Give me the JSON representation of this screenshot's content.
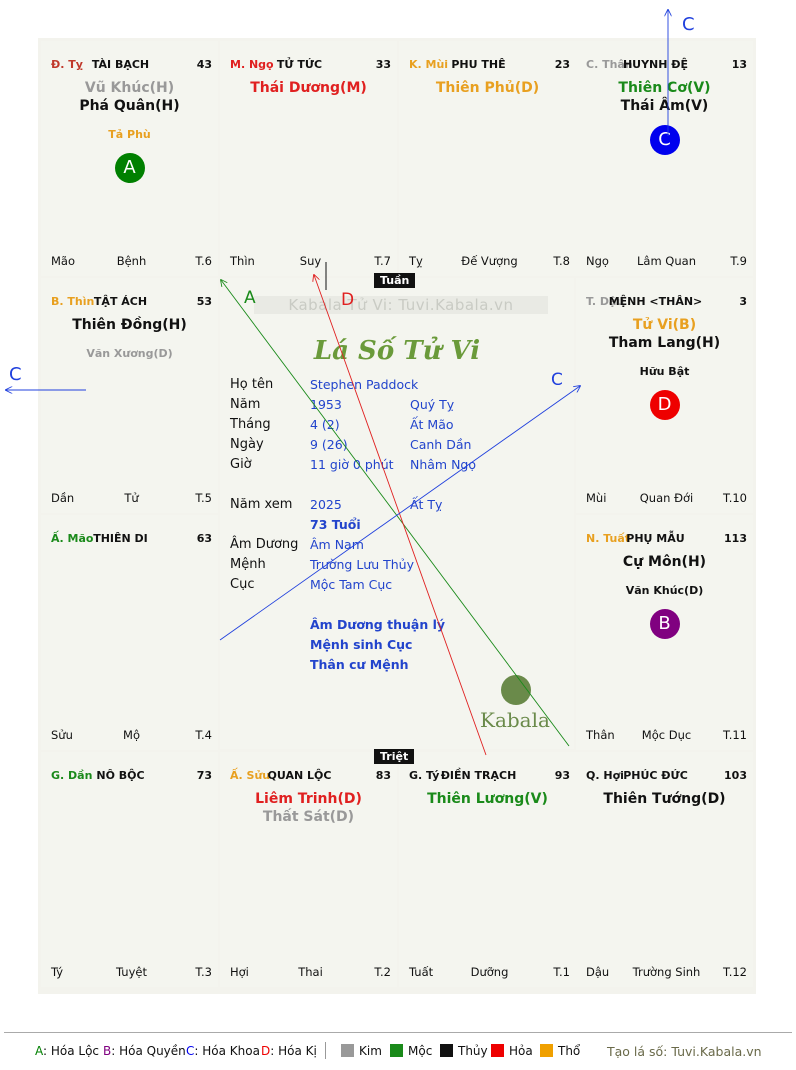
{
  "palaces": [
    {
      "branch": "Đ. Tỵ",
      "branch_color": "#c0392b",
      "name": "TÀI BẠCH",
      "num": "43",
      "stars": [
        {
          "t": "Vũ Khúc(H)",
          "c": "#999999"
        },
        {
          "t": "Phá Quân(H)",
          "c": "#111111"
        }
      ],
      "minor": [
        {
          "t": "Tả Phù",
          "c": "#e8a020"
        }
      ],
      "circle": {
        "letter": "A",
        "color": "#008000"
      },
      "foot": [
        "Mão",
        "Bệnh",
        "T.6"
      ]
    },
    {
      "branch": "M. Ngọ",
      "branch_color": "#e02020",
      "name": "TỬ TỨC",
      "num": "33",
      "stars": [
        {
          "t": "Thái Dương(M)",
          "c": "#e02020"
        }
      ],
      "minor": [],
      "circle": null,
      "foot": [
        "Thìn",
        "Suy",
        "T.7"
      ]
    },
    {
      "branch": "K. Mùi",
      "branch_color": "#e8a020",
      "name": "PHU THÊ",
      "num": "23",
      "stars": [
        {
          "t": "Thiên Phủ(D)",
          "c": "#e8a020"
        }
      ],
      "minor": [],
      "circle": null,
      "foot": [
        "Tỵ",
        "Đế Vượng",
        "T.8"
      ]
    },
    {
      "branch": "C. Thân",
      "branch_color": "#999999",
      "name": "HUYNH ĐỆ",
      "num": "13",
      "stars": [
        {
          "t": "Thiên Cơ(V)",
          "c": "#1a8a1a"
        },
        {
          "t": "Thái Âm(V)",
          "c": "#111111"
        }
      ],
      "minor": [],
      "circle": {
        "letter": "C",
        "color": "#0000ee"
      },
      "foot": [
        "Ngọ",
        "Lâm Quan",
        "T.9"
      ]
    },
    {
      "branch": "B. Thìn",
      "branch_color": "#e8a020",
      "name": "TẬT ÁCH",
      "num": "53",
      "stars": [
        {
          "t": "Thiên Đồng(H)",
          "c": "#111111"
        }
      ],
      "minor": [
        {
          "t": "Văn Xương(D)",
          "c": "#999999"
        }
      ],
      "circle": null,
      "foot": [
        "Dần",
        "Tử",
        "T.5"
      ]
    },
    {
      "branch": "T. Dậu",
      "branch_color": "#999999",
      "name": "MỆNH <THÂN>",
      "num": "3",
      "stars": [
        {
          "t": "Tử Vi(B)",
          "c": "#e8a020"
        },
        {
          "t": "Tham Lang(H)",
          "c": "#111111"
        }
      ],
      "minor": [
        {
          "t": "Hữu Bật",
          "c": "#111111"
        }
      ],
      "circle": {
        "letter": "D",
        "color": "#ee0000"
      },
      "foot": [
        "Mùi",
        "Quan Đới",
        "T.10"
      ]
    },
    {
      "branch": "Ấ. Mão",
      "branch_color": "#1a8a1a",
      "name": "THIÊN DI",
      "num": "63",
      "stars": [],
      "minor": [],
      "circle": null,
      "foot": [
        "Sửu",
        "Mộ",
        "T.4"
      ]
    },
    {
      "branch": "N. Tuất",
      "branch_color": "#e8a020",
      "name": "PHỤ MẪU",
      "num": "113",
      "stars": [
        {
          "t": "Cự Môn(H)",
          "c": "#111111"
        }
      ],
      "minor": [
        {
          "t": "Văn Khúc(D)",
          "c": "#111111"
        }
      ],
      "circle": {
        "letter": "B",
        "color": "#800080"
      },
      "foot": [
        "Thân",
        "Mộc Dục",
        "T.11"
      ]
    },
    {
      "branch": "G. Dần",
      "branch_color": "#1a8a1a",
      "name": "NÔ BỘC",
      "num": "73",
      "stars": [],
      "minor": [],
      "circle": null,
      "foot": [
        "Tý",
        "Tuyệt",
        "T.3"
      ]
    },
    {
      "branch": "Ấ. Sửu",
      "branch_color": "#e8a020",
      "name": "QUAN LỘC",
      "num": "83",
      "stars": [
        {
          "t": "Liêm Trinh(D)",
          "c": "#e02020"
        },
        {
          "t": "Thất Sát(D)",
          "c": "#999999"
        }
      ],
      "minor": [],
      "circle": null,
      "foot": [
        "Hợi",
        "Thai",
        "T.2"
      ]
    },
    {
      "branch": "G. Tý",
      "branch_color": "#111111",
      "name": "ĐIỀN TRẠCH",
      "num": "93",
      "stars": [
        {
          "t": "Thiên Lương(V)",
          "c": "#1a8a1a"
        }
      ],
      "minor": [],
      "circle": null,
      "foot": [
        "Tuất",
        "Dưỡng",
        "T.1"
      ]
    },
    {
      "branch": "Q. Hợi",
      "branch_color": "#111111",
      "name": "PHÚC ĐỨC",
      "num": "103",
      "stars": [
        {
          "t": "Thiên Tướng(D)",
          "c": "#111111"
        }
      ],
      "minor": [],
      "circle": null,
      "foot": [
        "Dậu",
        "Trường Sinh",
        "T.12"
      ]
    }
  ],
  "center": {
    "watermark": "Kabala Tử Vi: Tuvi.Kabala.vn",
    "title": "Lá Số Tử Vi",
    "rows": [
      {
        "l": "Họ tên",
        "v": "Stephen Paddock",
        "c": ""
      },
      {
        "l": "Năm",
        "v": "1953",
        "c": "Quý Tỵ"
      },
      {
        "l": "Tháng",
        "v": "4  (2)",
        "c": "Ất Mão"
      },
      {
        "l": "Ngày",
        "v": "9  (26)",
        "c": "Canh Dần"
      },
      {
        "l": "Giờ",
        "v": "11 giờ 0 phút",
        "c": "Nhâm Ngọ"
      }
    ],
    "year_view_label": "Năm xem",
    "year_view": "2025",
    "year_view_can": "Ất Tỵ",
    "age": "73 Tuổi",
    "rows2": [
      {
        "l": "Âm Dương",
        "v": "Âm Nam"
      },
      {
        "l": "Mệnh",
        "v": "Trường Lưu Thủy"
      },
      {
        "l": "Cục",
        "v": "Mộc Tam Cục"
      }
    ],
    "notes": [
      "Âm Dương thuận lý",
      "Mệnh sinh Cục",
      "Thân cư Mệnh"
    ],
    "logo": "Kabala",
    "tuan": "Tuần",
    "triet": "Triệt"
  },
  "arrows": {
    "a": "A",
    "b": "D",
    "c": "C",
    "c_top": "C",
    "c_left": "C"
  },
  "legend": {
    "hoa": [
      {
        "k": "A",
        "t": ": Hóa Lộc",
        "c": "#008000"
      },
      {
        "k": "B",
        "t": ": Hóa Quyền",
        "c": "#800080"
      },
      {
        "k": "C",
        "t": ": Hóa Khoa",
        "c": "#0000ee"
      },
      {
        "k": "D",
        "t": ": Hóa Kị",
        "c": "#ee0000"
      }
    ],
    "elements": [
      {
        "t": "Kim",
        "c": "#999999"
      },
      {
        "t": "Mộc",
        "c": "#1a8a1a"
      },
      {
        "t": "Thủy",
        "c": "#111111"
      },
      {
        "t": "Hỏa",
        "c": "#ee0000"
      },
      {
        "t": "Thổ",
        "c": "#f0a000"
      }
    ],
    "credit": "Tạo lá số: Tuvi.Kabala.vn"
  }
}
